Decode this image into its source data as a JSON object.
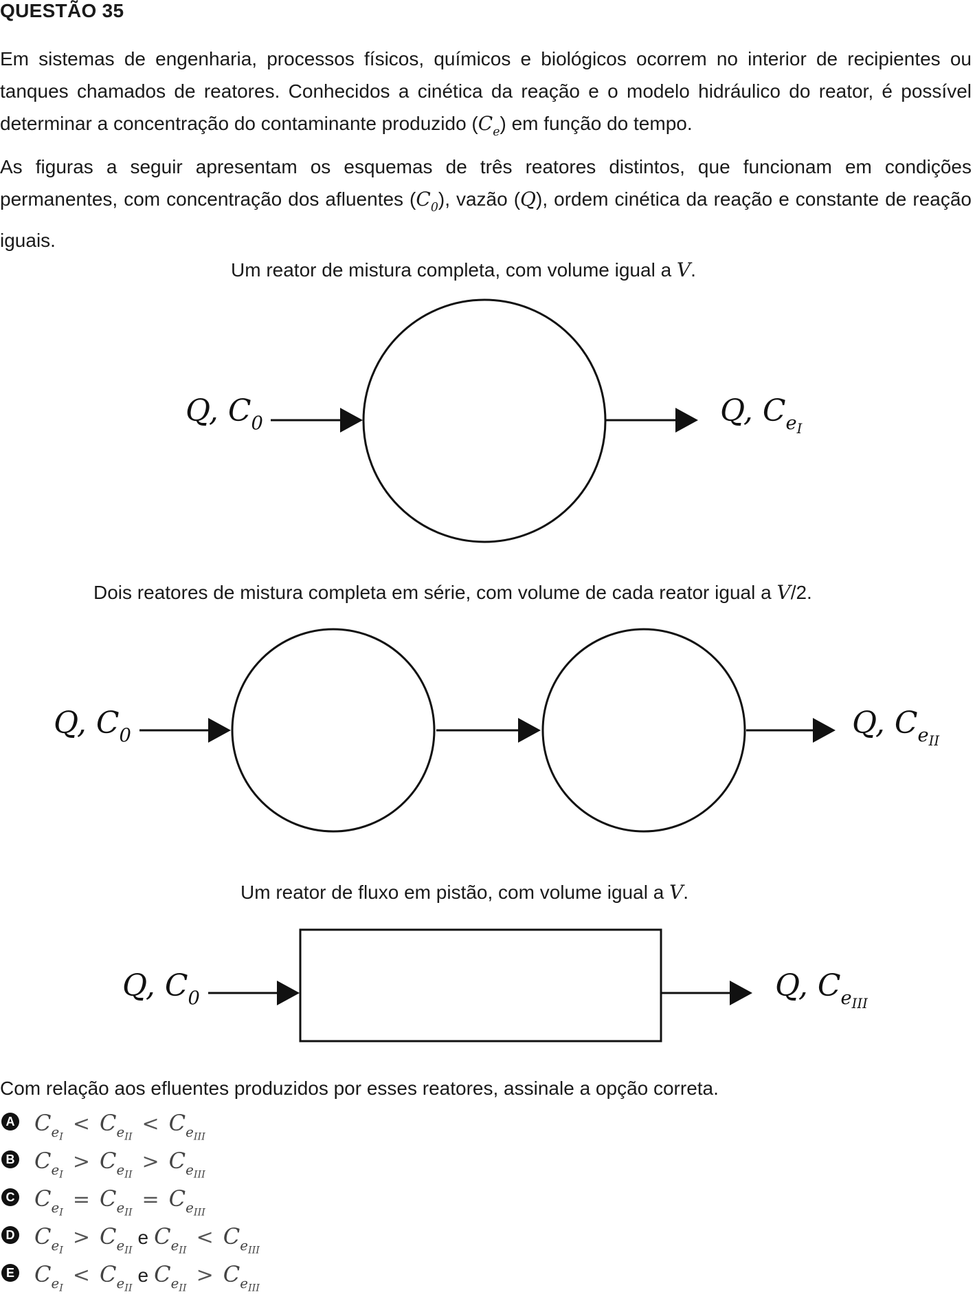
{
  "question": {
    "title": "QUESTÃO 35",
    "para1_a": "Em sistemas de engenharia, processos físicos, químicos e biológicos ocorrem no interior de recipientes ou tanques chamados de reatores. Conhecidos a cinética da reação e o modelo hidráulico do reator, é possível determinar a concentração do contaminante produzido (",
    "para1_var": "C",
    "para1_sub": "e",
    "para1_b": ") em função do tempo.",
    "para2_a": "As figuras a seguir apresentam os esquemas de três reatores distintos, que funcionam em condições permanentes, com concentração dos afluentes (",
    "para2_var": "C",
    "para2_sub": "0",
    "para2_b": "), vazão (",
    "para2_q": "Q",
    "para2_c": "), ordem cinética da reação e constante de reação iguais.",
    "closing": "Com relação aos efluentes produzidos por esses reatores, assinale a opção correta."
  },
  "figures": {
    "fig1": {
      "caption_text": "Um reator de mistura completa, com volume igual a ",
      "caption_var": "V",
      "caption_end": ".",
      "in_label": "Q, C",
      "in_sub": "0",
      "out_label": "Q, C",
      "out_sub": "e",
      "out_subsub": "I"
    },
    "fig2": {
      "caption_text": "Dois reatores de mistura completa em série, com volume de cada reator igual a ",
      "caption_var": "V",
      "caption_end": "/2.",
      "in_label": "Q, C",
      "in_sub": "0",
      "out_label": "Q, C",
      "out_sub": "e",
      "out_subsub": "II"
    },
    "fig3": {
      "caption_text": "Um reator de fluxo em pistão, com volume igual a ",
      "caption_var": "V",
      "caption_end": ".",
      "in_label": "Q, C",
      "in_sub": "0",
      "out_label": "Q, C",
      "out_sub": "e",
      "out_subsub": "III"
    }
  },
  "options": [
    {
      "letter": "A",
      "parts": [
        "I",
        "<",
        "II",
        "<",
        "III"
      ]
    },
    {
      "letter": "B",
      "parts": [
        "I",
        ">",
        "II",
        ">",
        "III"
      ]
    },
    {
      "letter": "C",
      "parts": [
        "I",
        "=",
        "II",
        "=",
        "III"
      ]
    },
    {
      "letter": "D",
      "parts": [
        "I",
        ">",
        "II",
        "e",
        "II",
        "<",
        "III"
      ]
    },
    {
      "letter": "E",
      "parts": [
        "I",
        "<",
        "II",
        "e",
        "II",
        ">",
        "III"
      ]
    }
  ]
}
